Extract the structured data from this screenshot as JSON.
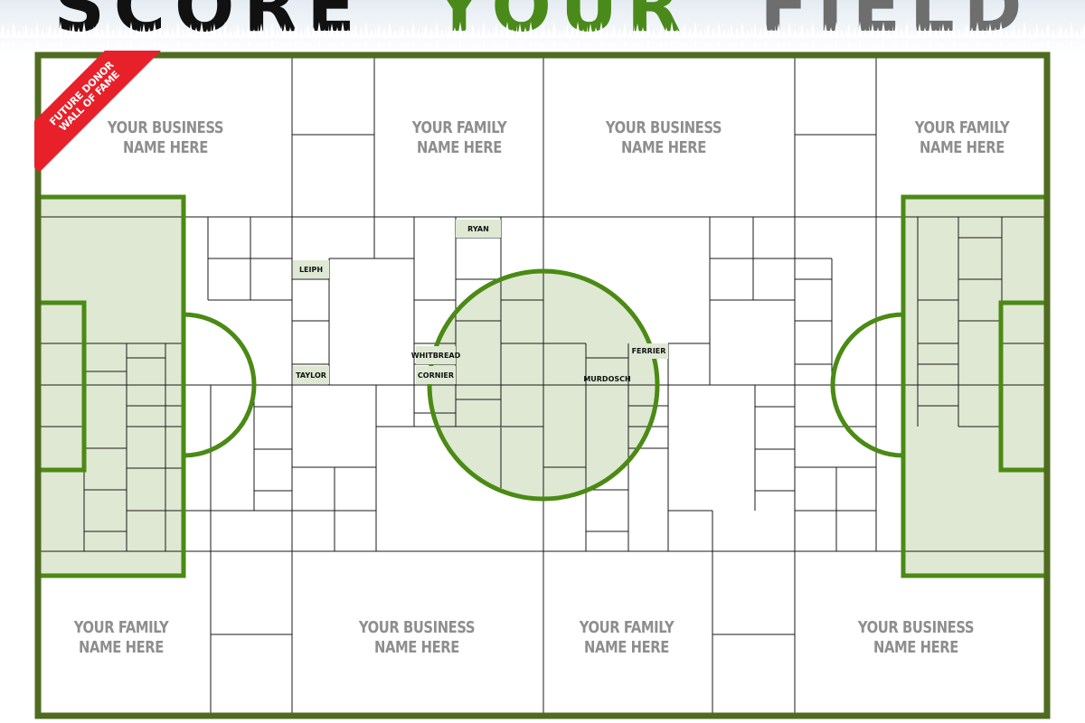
{
  "header": {
    "title_parts": [
      {
        "text": "SCORE",
        "color": "#111111"
      },
      {
        "text": "YOUR",
        "color": "#4a8a1a"
      },
      {
        "text": "FIELD",
        "color": "#6e6e6e"
      }
    ]
  },
  "ribbon": {
    "line1": "FUTURE DONOR",
    "line2": "WALL OF FAME",
    "color": "#e8202a"
  },
  "colors": {
    "field_border": "#4f6b1f",
    "field_marking": "#4b8a14",
    "pitch_fill": "#dfe8d3",
    "plot_line": "#1a1a1a",
    "placeholder_text": "#8e8e8e"
  },
  "placeholders": [
    {
      "line1": "YOUR BUSINESS",
      "line2": "NAME HERE"
    },
    {
      "line1": "YOUR FAMILY",
      "line2": "NAME HERE"
    },
    {
      "line1": "YOUR BUSINESS",
      "line2": "NAME HERE"
    },
    {
      "line1": "YOUR FAMILY",
      "line2": "NAME HERE"
    },
    {
      "line1": "YOUR FAMILY",
      "line2": "NAME HERE"
    },
    {
      "line1": "YOUR BUSINESS",
      "line2": "NAME HERE"
    },
    {
      "line1": "YOUR FAMILY",
      "line2": "NAME HERE"
    },
    {
      "line1": "YOUR BUSINESS",
      "line2": "NAME HERE"
    }
  ],
  "donors": [
    "RYAN",
    "LEIPH",
    "TAYLOR",
    "WHITBREAD",
    "CORNIER",
    "MURDOSCH",
    "FERRIER"
  ]
}
